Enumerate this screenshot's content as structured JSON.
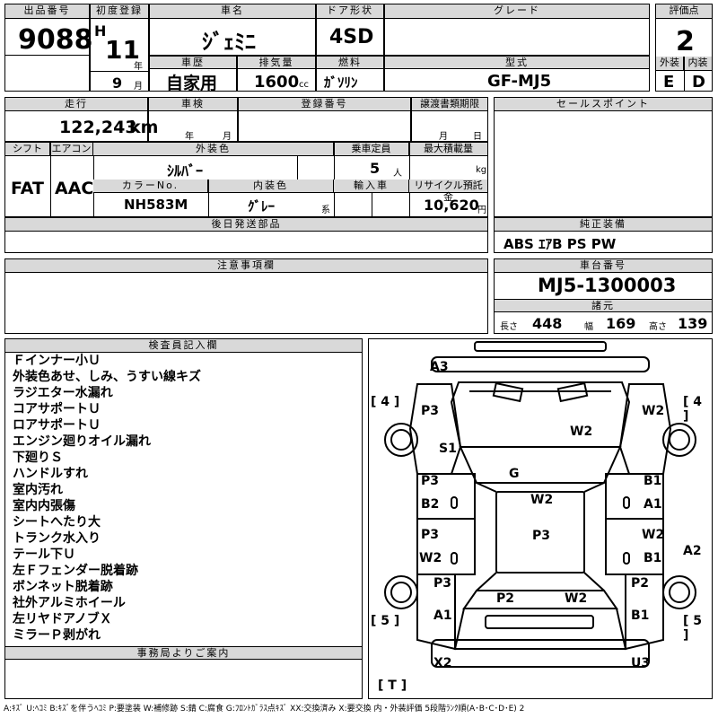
{
  "header": {
    "lot_number_label": "出品番号",
    "lot_number": "9088",
    "first_reg_label": "初度登録",
    "era": "H",
    "year": "11",
    "year_unit": "年",
    "month": "9",
    "month_unit": "月",
    "car_name_label": "車名",
    "car_name": "ｼﾞｪﾐﾆ",
    "door_label": "ドア形状",
    "door": "4SD",
    "grade_label": "グレード",
    "grade": "",
    "score_label": "評価点",
    "score": "2",
    "history_label": "車歴",
    "history": "自家用",
    "displacement_label": "排気量",
    "displacement": "1600",
    "displacement_unit": "cc",
    "fuel_label": "燃料",
    "fuel": "ｶﾞｿﾘﾝ",
    "model_label": "型式",
    "model": "GF-MJ5",
    "exterior_label": "外装",
    "exterior": "E",
    "interior_label": "内装",
    "interior": "D"
  },
  "row2": {
    "mileage_label": "走行",
    "mileage": "122,243",
    "mileage_unit": "km",
    "inspection_label": "車検",
    "inspection_year_unit": "年",
    "inspection_month_unit": "月",
    "plate_label": "登録番号",
    "transfer_label": "譲渡書類期限",
    "transfer_month_unit": "月",
    "transfer_day_unit": "日",
    "shift_label": "シフト",
    "shift": "FAT",
    "ac_label": "エアコン",
    "ac": "AAC",
    "ext_color_label": "外装色",
    "ext_color": "ｼﾙﾊﾞｰ",
    "capacity_label": "乗車定員",
    "capacity": "5",
    "capacity_unit": "人",
    "max_load_label": "最大積載量",
    "max_load_unit": "kg",
    "color_no_label": "カラーNo.",
    "color_no": "NH583M",
    "int_color_label": "内装色",
    "int_color": "ｸﾞﾚｰ",
    "int_color_unit": "系",
    "import_label": "輸入車",
    "recycle_label": "リサイクル預託金",
    "recycle": "10,620",
    "recycle_unit": "円",
    "later_parts_label": "後日発送部品"
  },
  "sales": {
    "sales_points_label": "セールスポイント",
    "equipment_label": "純正装備",
    "equipment": "ABS ｴｱB PS PW"
  },
  "notes": {
    "cautions_label": "注意事項欄",
    "chassis_label": "車台番号",
    "chassis": "MJ5-1300003",
    "specs_label": "諸元",
    "length_label": "長さ",
    "length": "448",
    "width_label": "幅",
    "width": "169",
    "height_label": "高さ",
    "height": "139"
  },
  "inspector": {
    "label": "検査員記入欄",
    "lines": [
      "Ｆインナー小Ｕ",
      "外装色あせ、しみ、うすい線キズ",
      "ラジエター水漏れ",
      "コアサポートＵ",
      "ロアサポートＵ",
      "エンジン廻りオイル漏れ",
      "下廻りＳ",
      "ハンドルすれ",
      "室内汚れ",
      "室内内張傷",
      "シートへたり大",
      "トランク水入り",
      "テール下Ｕ",
      "左Ｆフェンダー脱着跡",
      "ボンネット脱着跡",
      "社外アルミホイール",
      "左リヤドアノブＸ",
      "ミラーＰ剥がれ"
    ],
    "office_label": "事務局よりご案内"
  },
  "diagram": {
    "labels": {
      "a3": "A3",
      "p3_fl": "P3",
      "w2_fr": "W2",
      "w2_hood": "W2",
      "s1": "S1",
      "g": "G",
      "p3_ld1": "P3",
      "b2": "B2",
      "w2_roof": "W2",
      "b1_rd1": "B1",
      "a1_rd1": "A1",
      "p3_ld2": "P3",
      "w2_ld2": "W2",
      "p3_trunk": "P3",
      "w2_rd2": "W2",
      "b1_rd2": "B1",
      "a2": "A2",
      "p3_rl": "P3",
      "p2_trunk": "P2",
      "w2_trunk": "W2",
      "p2_rr": "P2",
      "a1_rl": "A1",
      "b1_rr": "B1",
      "x2": "X2",
      "u3": "U3",
      "tire_fl": "4",
      "tire_fr": "4",
      "tire_rl": "5",
      "tire_rr": "5",
      "tire_t": "T"
    }
  },
  "legend": "A:ｷｽﾞ U:ﾍｺﾐ B:ｷｽﾞを伴うﾍｺﾐ P:要塗装 W:補修跡 S:錆 C:腐食 G:ﾌﾛﾝﾄｶﾞﾗｽ点ｷｽﾞ XX:交換済み X:要交換 内・外装評価 5段階ﾗﾝｸ順(A･B･C･D･E) 2"
}
